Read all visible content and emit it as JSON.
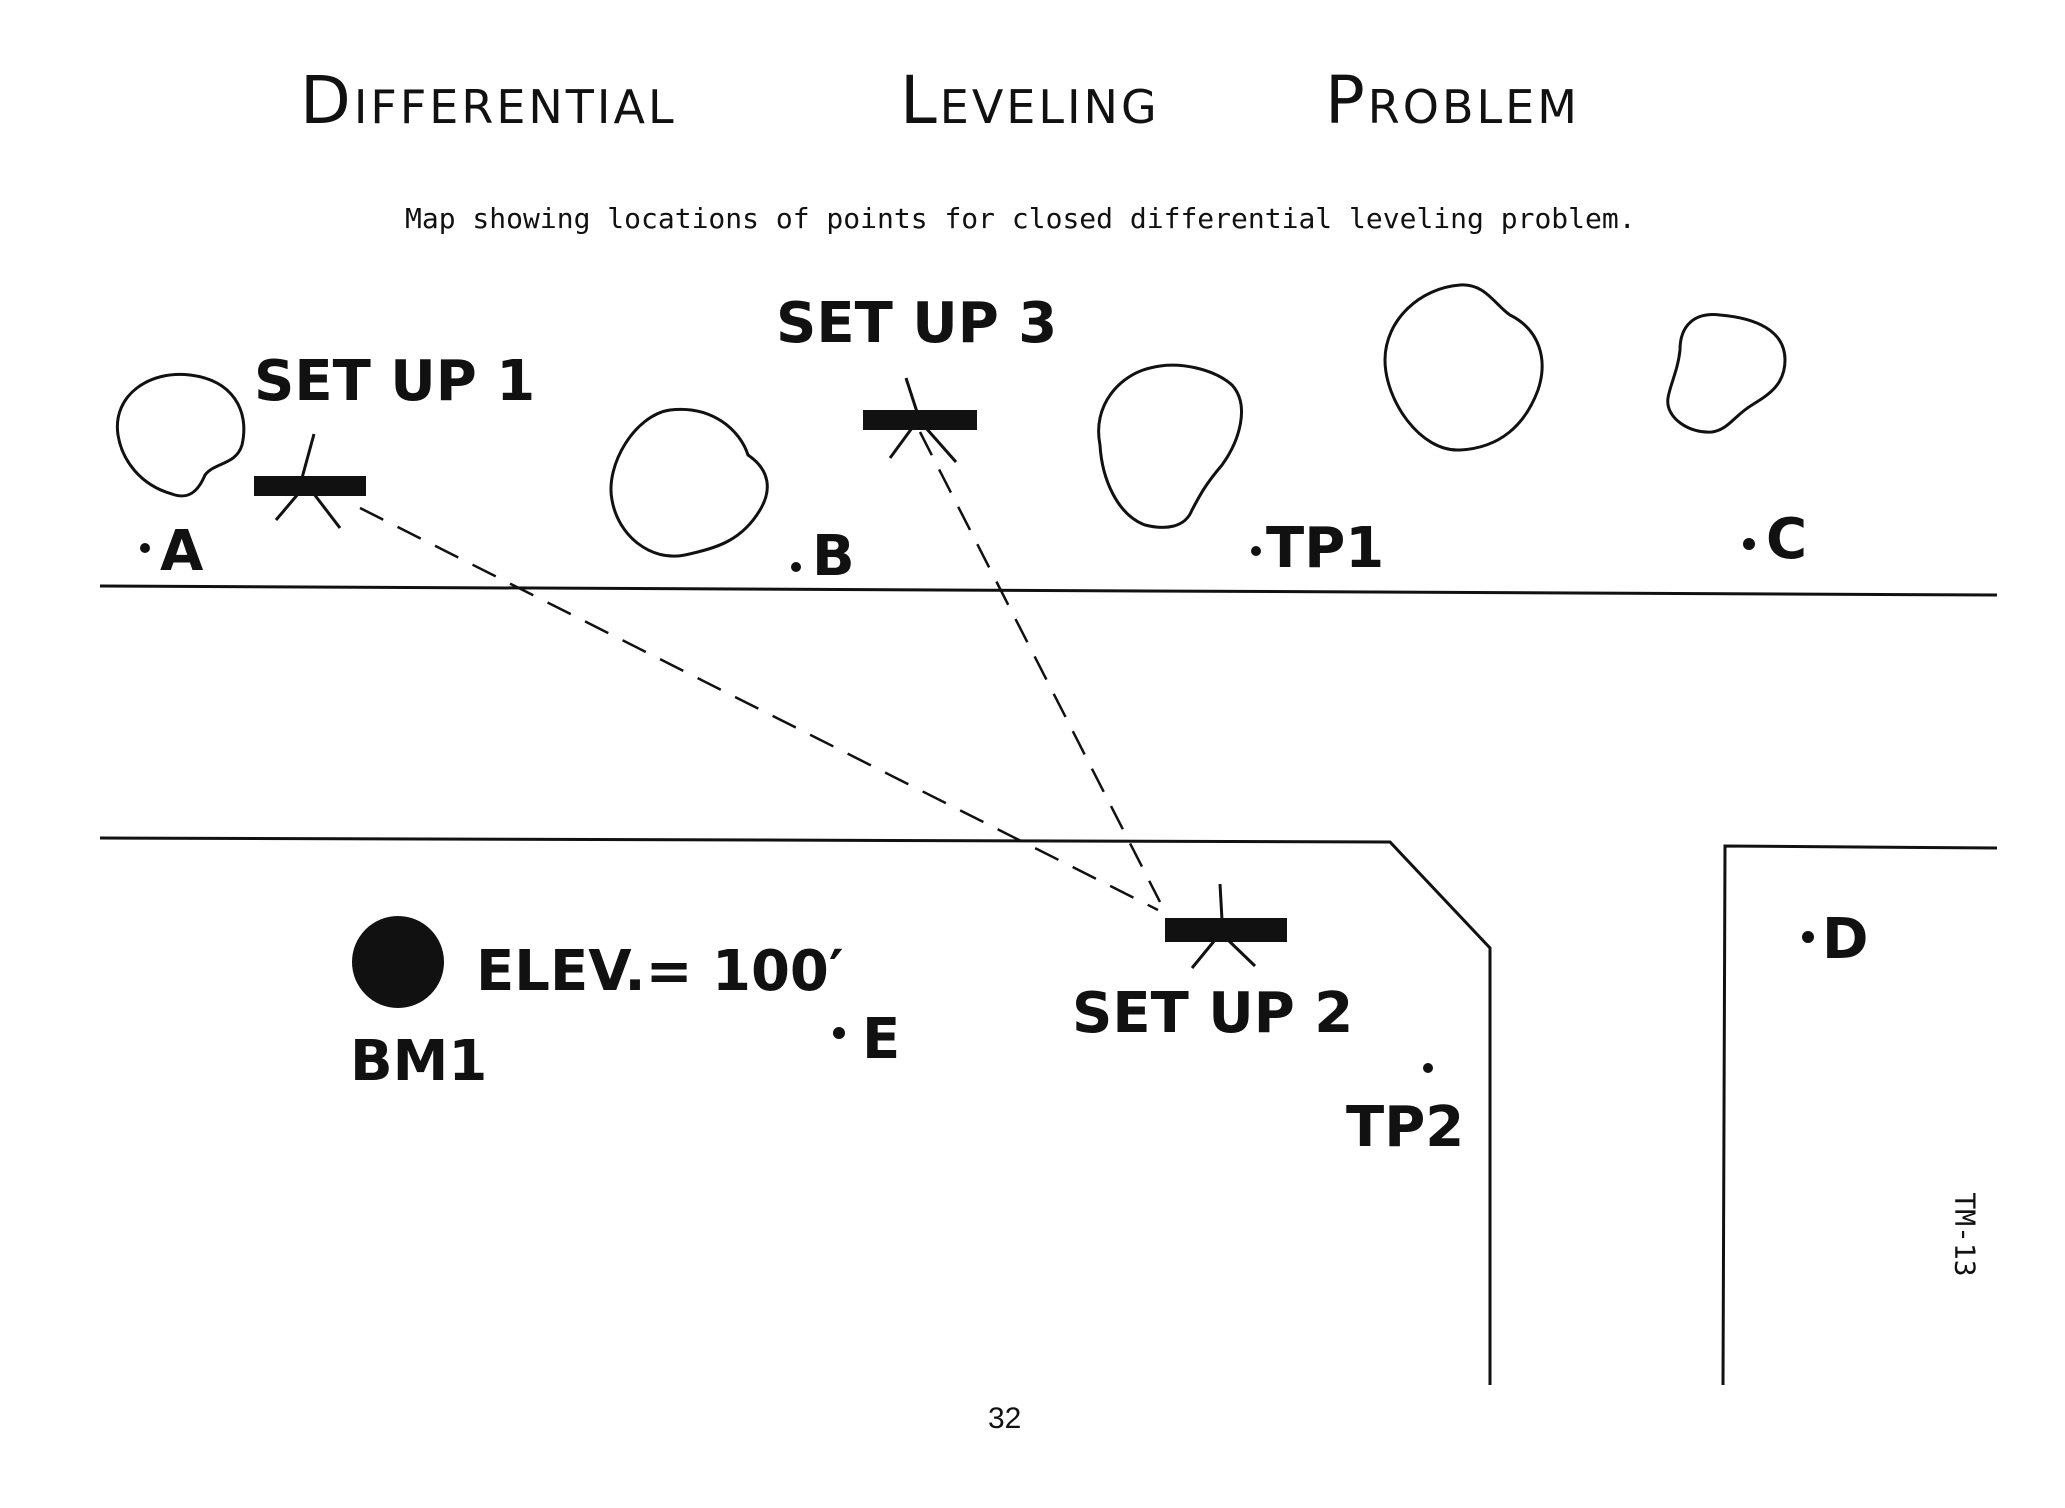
{
  "title": {
    "word1": "Differential",
    "word2": "Leveling",
    "word3": "Problem"
  },
  "subtitle": "Map showing locations of points for closed differential leveling problem.",
  "setups": [
    {
      "label": "SET UP 1"
    },
    {
      "label": "SET UP 2"
    },
    {
      "label": "SET UP 3"
    }
  ],
  "points": {
    "a": "A",
    "b": "B",
    "tp1": "TP1",
    "c": "C",
    "d": "D",
    "e": "E",
    "tp2": "TP2"
  },
  "benchmark": {
    "label": "BM1",
    "elevation": "ELEV.= 100′"
  },
  "page_number": "32",
  "doc_code": "TM-13",
  "colors": {
    "ink": "#111111",
    "paper": "#ffffff"
  }
}
